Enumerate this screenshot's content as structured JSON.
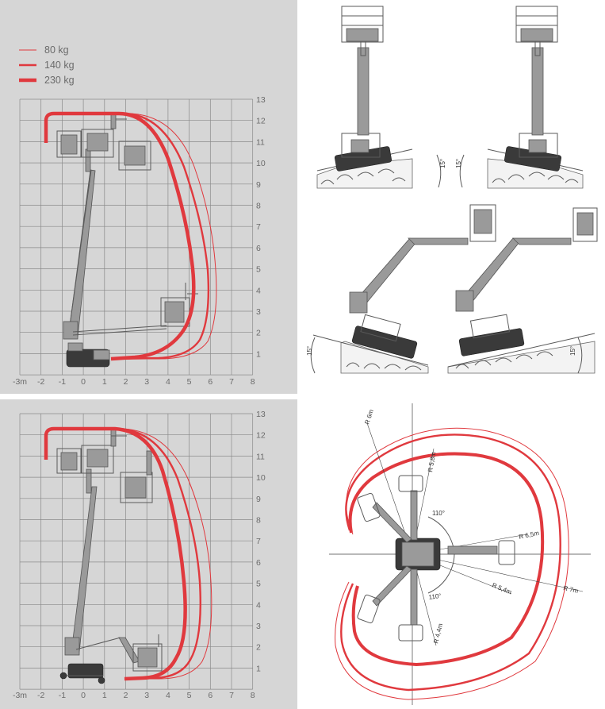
{
  "legend": [
    {
      "label": "80 kg",
      "color": "#e0393e"
    },
    {
      "label": "140 kg",
      "color": "#e0393e"
    },
    {
      "label": "230 kg",
      "color": "#e0393e"
    }
  ],
  "chart_common": {
    "x_ticks": [
      "-3m",
      "-2",
      "-1",
      "0",
      "1",
      "2",
      "3",
      "4",
      "5",
      "6",
      "7",
      "8"
    ],
    "y_ticks": [
      "1",
      "2",
      "3",
      "4",
      "5",
      "6",
      "7",
      "8",
      "9",
      "10",
      "11",
      "12",
      "13"
    ],
    "xlim": [
      -3,
      8
    ],
    "ylim": [
      0,
      13
    ],
    "grid": true,
    "curve_color": "#e0393e"
  },
  "slope": {
    "angle": "15°"
  },
  "top_view": {
    "radii": [
      "R 6m",
      "R 5,8m",
      "R 6,5m",
      "R 7m",
      "R 5,4m",
      "R 4,4m"
    ],
    "angles": [
      "110°",
      "110°"
    ]
  },
  "colors": {
    "panel_bg": "#d6d6d6",
    "grid": "#8a8a8a",
    "accent": "#e0393e"
  }
}
